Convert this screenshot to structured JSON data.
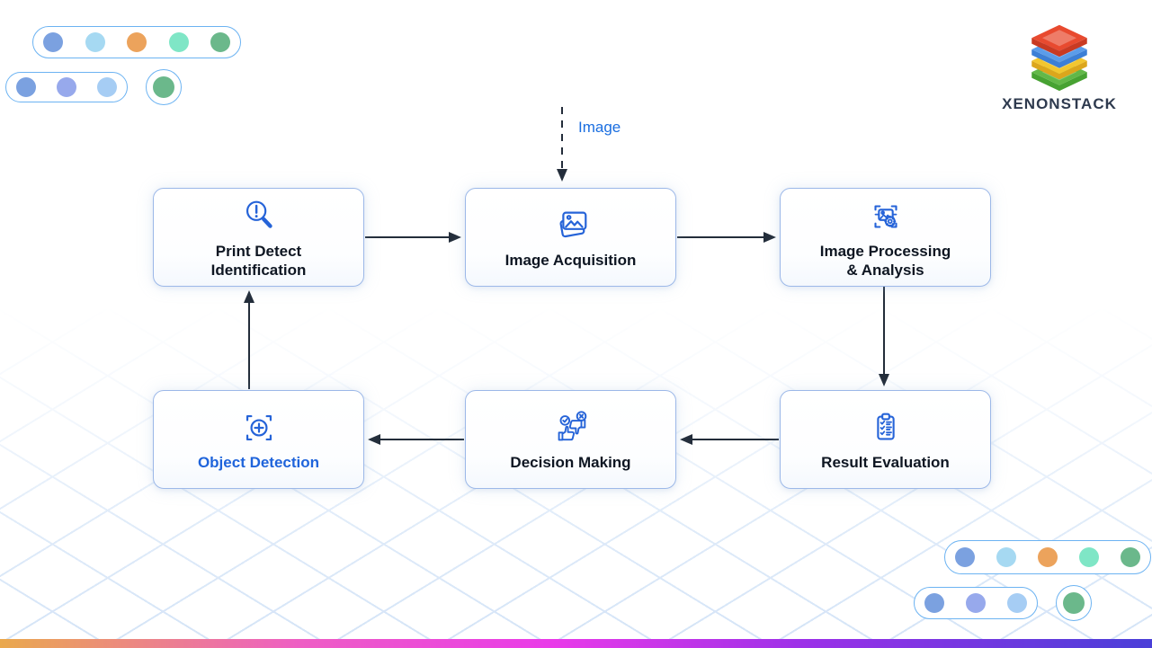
{
  "brand": {
    "name": "XENONSTACK",
    "logo_layers": [
      {
        "name": "red-layer",
        "top": "#e84a2f",
        "side": "#c93a22"
      },
      {
        "name": "blue-layer",
        "top": "#5b9ce9",
        "side": "#3c7fd6"
      },
      {
        "name": "yellow-layer",
        "top": "#f2c62f",
        "side": "#dca61c"
      },
      {
        "name": "green-layer",
        "top": "#62b848",
        "side": "#47a232"
      }
    ]
  },
  "flow": {
    "input_label": "Image",
    "nodes": [
      {
        "label": "Print Detect\nIdentification",
        "icon": "magnifier-alert-icon"
      },
      {
        "label": "Image Acquisition",
        "icon": "photo-icon"
      },
      {
        "label": "Image Processing\n& Analysis",
        "icon": "image-scan-gear-icon"
      },
      {
        "label": "Object Detection",
        "icon": "focus-target-icon",
        "accent": true
      },
      {
        "label": "Decision Making",
        "icon": "thumbs-decision-icon"
      },
      {
        "label": "Result Evaluation",
        "icon": "clipboard-checklist-icon"
      }
    ]
  },
  "colors": {
    "accent_blue": "#1a6ee0",
    "node_label": "#0e1622",
    "object_detection_label": "#1f64db",
    "icon_blue": "#2563d8",
    "arrow": "#232d3a",
    "box_border": "#9cb8e8",
    "pill_border": "#6cb3f2",
    "grid_line": "#d4e4f7",
    "brand_text": "#2e3a4e",
    "bottom_bar_gradient": [
      "#eaa94d 0%",
      "#ee5ec4 26%",
      "#e93ae9 48%",
      "#9b30e8 70%",
      "#4a3fd8 100%"
    ]
  },
  "decor": {
    "top_left": {
      "pill1_dots": [
        "#7ba1e0",
        "#a6d9f2",
        "#eca35c",
        "#7fe6c6",
        "#6bb88b"
      ],
      "pill2_dots": [
        "#7ba1e0",
        "#97a9ec",
        "#a6cdf4"
      ],
      "ring_dot": [
        "#6bb88b"
      ]
    },
    "bottom_right": {
      "pill1_dots": [
        "#7ba1e0",
        "#a6d9f2",
        "#eca35c",
        "#7fe6c6",
        "#6bb88b"
      ],
      "pill2_dots": [
        "#7ba1e0",
        "#97a9ec",
        "#a6cdf4"
      ],
      "ring_dot": [
        "#6bb88b"
      ]
    }
  }
}
